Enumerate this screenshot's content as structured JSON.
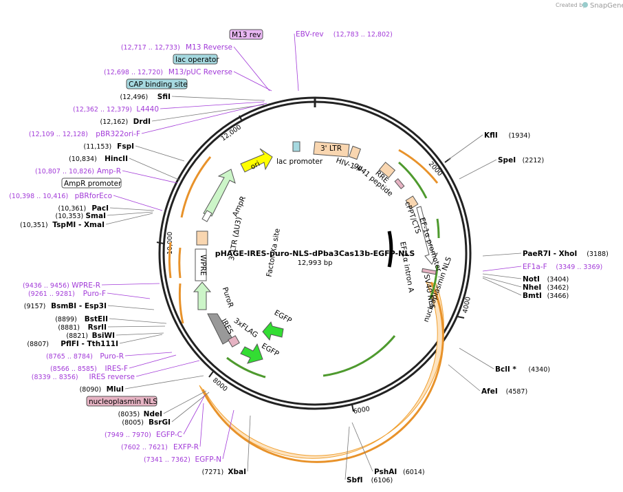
{
  "credit": {
    "created_by": "Created by",
    "brand": "SnapGene"
  },
  "plasmid": {
    "name": "pHAGE-IRES-puro-NLS-dPba3Cas13b-EGFP-NLS",
    "size": "12,993 bp"
  },
  "ticks": [
    "2000",
    "4000",
    "6000",
    "8000",
    "10,000",
    "12,000"
  ],
  "boxed_features": {
    "m13rev": "M13 rev",
    "lac_operator": "lac operator",
    "cap_site": "CAP binding site",
    "ampr_promoter": "AmpR promoter",
    "nls": "nucleoplasmin NLS"
  },
  "left_sites": [
    {
      "label": "M13 Reverse",
      "pos": "(12,717 .. 12,733)",
      "primer": true
    },
    {
      "label": "M13/pUC Reverse",
      "pos": "(12,698 .. 12,720)",
      "primer": true
    },
    {
      "label": "SfiI",
      "pos": "(12,496)",
      "primer": false
    },
    {
      "label": "L4440",
      "pos": "(12,362 .. 12,379)",
      "primer": true
    },
    {
      "label": "DrdI",
      "pos": "(12,162)",
      "primer": false
    },
    {
      "label": "pBR322ori-F",
      "pos": "(12,109 .. 12,128)",
      "primer": true
    },
    {
      "label": "FspI",
      "pos": "(11,153)",
      "primer": false
    },
    {
      "label": "HincII",
      "pos": "(10,834)",
      "primer": false
    },
    {
      "label": "Amp-R",
      "pos": "(10,807 .. 10,826)",
      "primer": true
    },
    {
      "label": "pBRforEco",
      "pos": "(10,398 .. 10,416)",
      "primer": true
    },
    {
      "label": "PacI",
      "pos": "(10,361)",
      "primer": false
    },
    {
      "label": "SmaI",
      "pos": "(10,353)",
      "primer": false
    },
    {
      "label": "TspMI - XmaI",
      "pos": "(10,351)",
      "primer": false
    },
    {
      "label": "WPRE-R",
      "pos": "(9436 .. 9456)",
      "primer": true
    },
    {
      "label": "Puro-F",
      "pos": "(9261 .. 9281)",
      "primer": true
    },
    {
      "label": "BsmBI - Esp3I",
      "pos": "(9157)",
      "primer": false
    },
    {
      "label": "BstEII",
      "pos": "(8899)",
      "primer": false
    },
    {
      "label": "RsrII",
      "pos": "(8881)",
      "primer": false
    },
    {
      "label": "BsiWI",
      "pos": "(8821)",
      "primer": false
    },
    {
      "label": "PflFI - Tth111I",
      "pos": "(8807)",
      "primer": false
    },
    {
      "label": "Puro-R",
      "pos": "(8765 .. 8784)",
      "primer": true
    },
    {
      "label": "IRES-F",
      "pos": "(8566 .. 8585)",
      "primer": true
    },
    {
      "label": "IRES reverse",
      "pos": "(8339 .. 8356)",
      "primer": true
    },
    {
      "label": "MluI",
      "pos": "(8090)",
      "primer": false
    },
    {
      "label": "NdeI",
      "pos": "(8035)",
      "primer": false
    },
    {
      "label": "BsrGI",
      "pos": "(8005)",
      "primer": false
    },
    {
      "label": "EGFP-C",
      "pos": "(7949 .. 7970)",
      "primer": true
    },
    {
      "label": "EXFP-R",
      "pos": "(7602 .. 7621)",
      "primer": true
    },
    {
      "label": "EGFP-N",
      "pos": "(7341 .. 7362)",
      "primer": true
    },
    {
      "label": "XbaI",
      "pos": "(7271)",
      "primer": false
    }
  ],
  "right_sites": [
    {
      "label": "EBV-rev",
      "pos": "(12,783 .. 12,802)",
      "primer": true
    },
    {
      "label": "KflI",
      "pos": "(1934)",
      "primer": false
    },
    {
      "label": "SpeI",
      "pos": "(2212)",
      "primer": false
    },
    {
      "label": "PaeR7I - XhoI",
      "pos": "(3188)",
      "primer": false
    },
    {
      "label": "EF1a-F",
      "pos": "(3349 .. 3369)",
      "primer": true
    },
    {
      "label": "NotI",
      "pos": "(3404)",
      "primer": false
    },
    {
      "label": "NheI",
      "pos": "(3462)",
      "primer": false
    },
    {
      "label": "BmtI",
      "pos": "(3466)",
      "primer": false
    },
    {
      "label": "BclI *",
      "pos": "(4340)",
      "primer": false
    },
    {
      "label": "AfeI",
      "pos": "(4587)",
      "primer": false
    },
    {
      "label": "PshAI",
      "pos": "(6014)",
      "primer": false
    },
    {
      "label": "SbfI",
      "pos": "(6106)",
      "primer": false
    }
  ],
  "inner_labels": {
    "ltr3": "3' LTR",
    "lac_promoter": "lac promoter",
    "ori": "ori",
    "hiv": "HIV-1 Ψ",
    "rre": "RRE",
    "gp41": "gp41 peptide",
    "cppt": "cPPT/CTS",
    "ef1a_promoter": "EF-1α promoter",
    "ef1a_intron": "EF-1α intron A",
    "sv40nls": "SV40 NLS",
    "nuc_nls": "nucleoplasmin NLS",
    "ampr": "AmpR",
    "ltr3_du3": "3' LTR (ΔU3)",
    "factor_xa": "Factor Xa site",
    "wpre": "WPRE",
    "puror": "PuroR",
    "ires": "IRES",
    "flag": "3xFLAG",
    "egfp1": "EGFP",
    "egfp2": "EGFP"
  },
  "colors": {
    "primer": "#a23ad8",
    "orange": "#f0a030",
    "green": "#9ee07a",
    "lightgreen": "#ccf5c8",
    "peach": "#f9d6b0",
    "ori": "#ffff00",
    "lac": "#a6d9e0",
    "m13": "#e8b7f2",
    "nls": "#e6b3c3"
  }
}
